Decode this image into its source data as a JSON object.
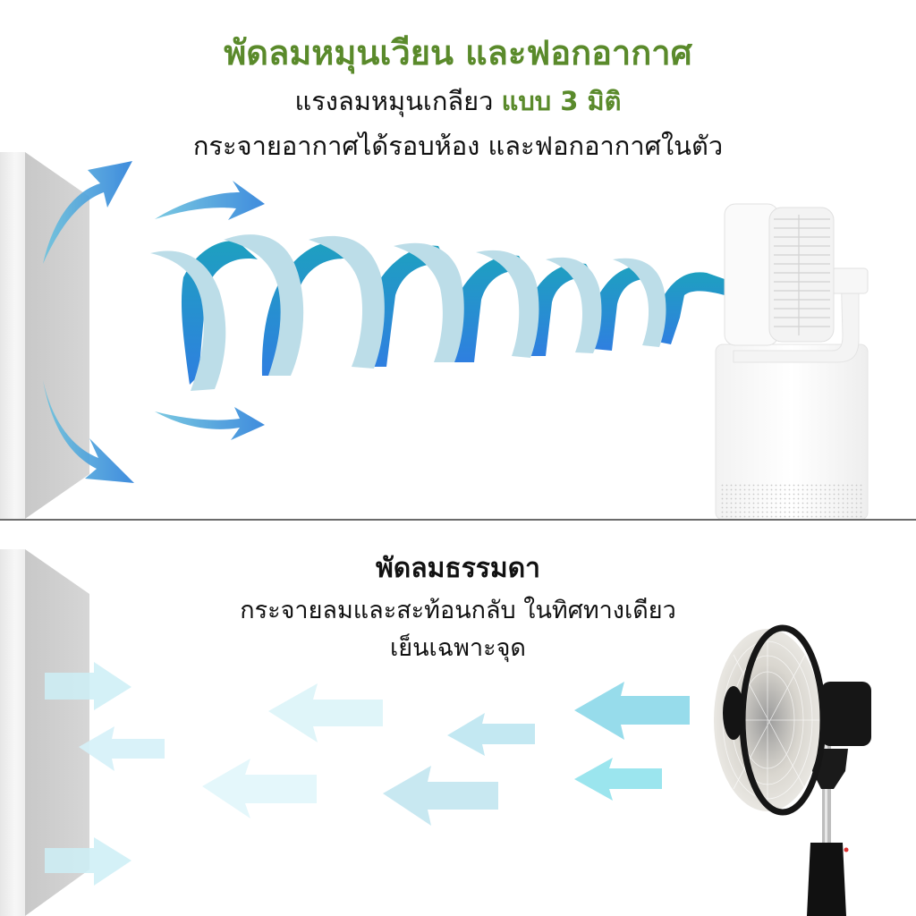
{
  "top_section": {
    "title": "พัดลมหมุนเวียน และฟอกอากาศ",
    "subtitle_line1_prefix": "แรงลมหมุนเกลียว ",
    "subtitle_line1_accent": "แบบ 3 มิติ",
    "subtitle_line2": "กระจายอากาศได้รอบห้อง และฟอกอากาศในตัว",
    "illustration": {
      "wall": "wall-block",
      "airflow": "spiral-airflow",
      "device": "circulator-air-purifier-fan"
    }
  },
  "bottom_section": {
    "title": "พัดลมธรรมดา",
    "subtitle_line1": "กระจายลมและสะท้อนกลับ ในทิศทางเดียว",
    "subtitle_line2": "เย็นเฉพาะจุด",
    "illustration": {
      "wall": "wall-block",
      "airflow": "straight-arrows",
      "device": "standard-stand-fan"
    }
  },
  "colors": {
    "accent_green": "#5a8a2b",
    "text_dark": "#111111",
    "spiral_dark": "#1e9cc4",
    "spiral_light": "#bcdde8",
    "arrow_blue": "#3aa6d6",
    "straight_arrow": "#8fdbe8",
    "divider": "#6b6b6b"
  }
}
